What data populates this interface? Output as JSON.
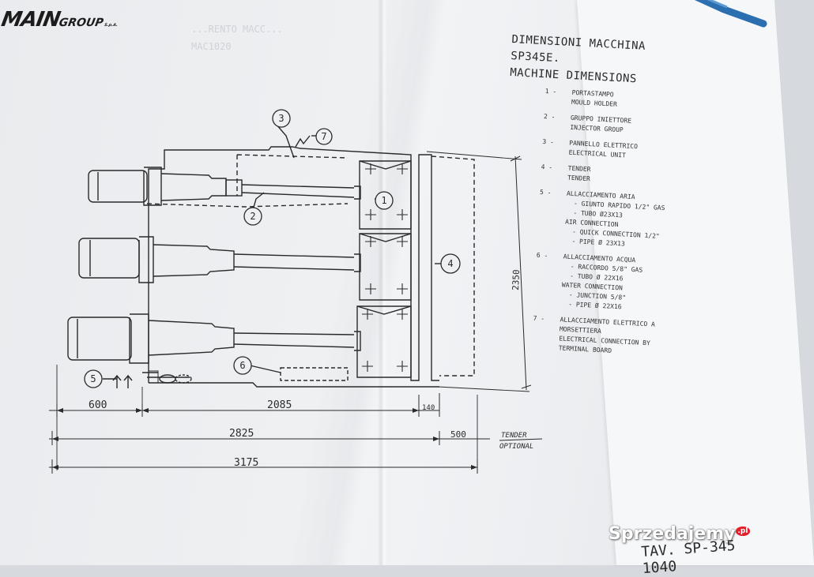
{
  "logo": {
    "main": "MAIN",
    "group": "GROUP",
    "suffix": "S.p.A."
  },
  "ghost_text": {
    "line1": "...RENTO MACC...",
    "line2": "MAC1020"
  },
  "title": {
    "line1": "DIMENSIONI MACCHINA",
    "line2": "SP345E.",
    "line3": "MACHINE DIMENSIONS"
  },
  "legend": [
    {
      "num": "1 -",
      "lines": [
        "PORTASTAMPO",
        "MOULD HOLDER"
      ]
    },
    {
      "num": "2 -",
      "lines": [
        "GRUPPO INIETTORE",
        "INJECTOR GROUP"
      ]
    },
    {
      "num": "3 -",
      "lines": [
        "PANNELLO ELETTRICO",
        "ELECTRICAL UNIT"
      ]
    },
    {
      "num": "4 -",
      "lines": [
        "TENDER",
        "TENDER"
      ]
    },
    {
      "num": "5 -",
      "lines": [
        "ALLACCIAMENTO ARIA",
        "  - GIUNTO RAPIDO 1/2\" GAS",
        "  - TUBO Ø23X13",
        "AIR CONNECTION",
        "  - QUICK CONNECTION 1/2\"",
        "  - PIPE Ø 23X13"
      ]
    },
    {
      "num": "6 -",
      "lines": [
        "ALLACCIAMENTO ACQUA",
        "  - RACCORDO 5/8\" GAS",
        "  - TUBO Ø 22X16",
        "WATER CONNECTION",
        "  - JUNCTION 5/8\"",
        "  - PIPE Ø 22X16"
      ]
    },
    {
      "num": "7 -",
      "lines": [
        "ALLACCIAMENTO ELETTRICO A",
        "MORSETTIERA",
        "ELECTRICAL CONNECTION BY",
        "TERMINAL BOARD"
      ]
    }
  ],
  "callouts": [
    "1",
    "2",
    "3",
    "4",
    "5",
    "6",
    "7"
  ],
  "dimensions": {
    "d600": "600",
    "d2085": "2085",
    "d140": "140",
    "d2825": "2825",
    "d500": "500",
    "d3175": "3175",
    "d2350": "2350",
    "tender_label": "TENDER",
    "optional_label": "OPTIONAL"
  },
  "watermark": {
    "text": "Sprzedajemy",
    "badge": ".pl"
  },
  "drawing_ref": "TAV. SP-345 1040"
}
